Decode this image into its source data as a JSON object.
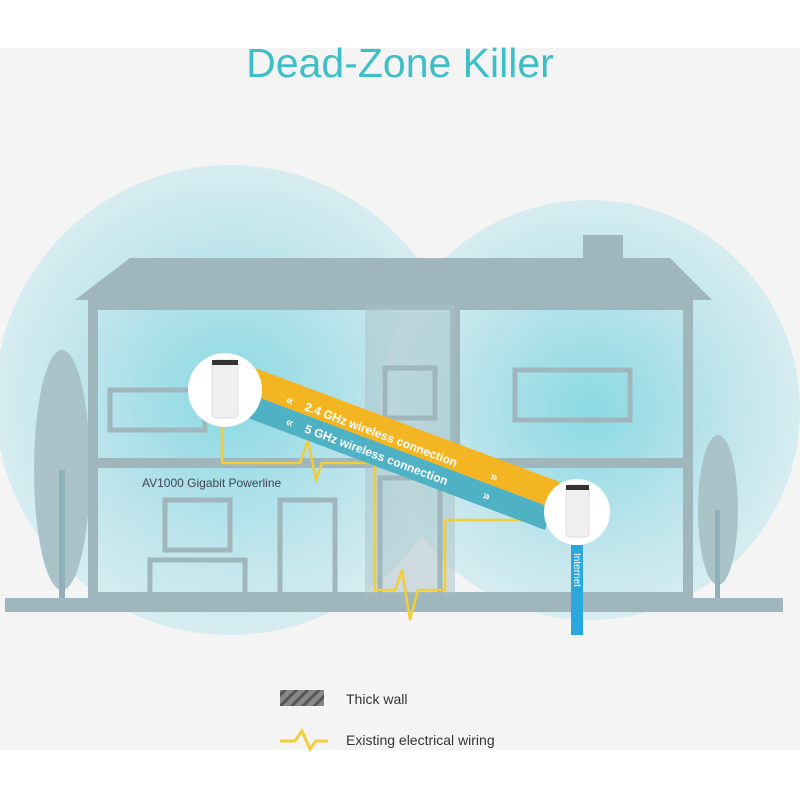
{
  "title": "Dead-Zone Killer",
  "labels": {
    "band_24": "2.4 GHz wireless connection",
    "band_5": "5 GHz wireless connection",
    "powerline": "AV1000 Gigabit Powerline",
    "internet": "Internet"
  },
  "legend": [
    {
      "icon": "hatched-wall-icon",
      "label": "Thick wall"
    },
    {
      "icon": "wiring-zigzag-icon",
      "label": "Existing electrical wiring"
    }
  ],
  "colors": {
    "accent": "#3cbfc7",
    "band_24": "#f4b522",
    "band_5": "#4fb1c4",
    "wiring": "#f2cd3a",
    "house": "#9fb6bd"
  }
}
